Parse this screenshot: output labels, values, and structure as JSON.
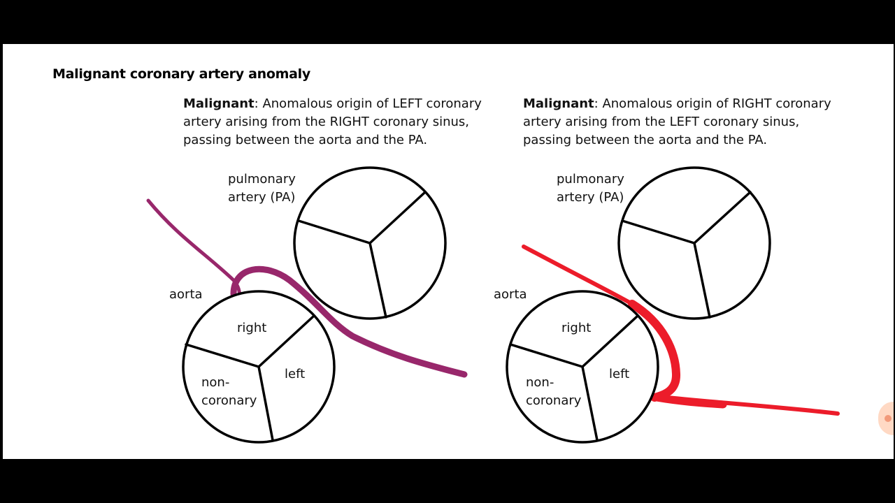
{
  "title": "Malignant coronary artery anomaly",
  "panels": [
    {
      "bold": "Malignant",
      "lines": [
        ": Anomalous origin of LEFT coronary",
        "artery arising from the RIGHT coronary sinus,",
        "passing between the aorta and the PA."
      ],
      "pa_label": [
        "pulmonary",
        "artery (PA)"
      ],
      "aorta_label": "aorta",
      "cusps": {
        "right": "right",
        "left": "left",
        "non": [
          "non-",
          "coronary"
        ]
      },
      "artery_color": "#98276b"
    },
    {
      "bold": "Malignant",
      "lines": [
        ": Anomalous origin of RIGHT coronary",
        "artery arising from the LEFT coronary sinus,",
        "passing between the aorta and the PA."
      ],
      "pa_label": [
        "pulmonary",
        "artery (PA)"
      ],
      "aorta_label": "aorta",
      "cusps": {
        "right": "right",
        "left": "left",
        "non": [
          "non-",
          "coronary"
        ]
      },
      "artery_color": "#ec1c2a"
    }
  ]
}
